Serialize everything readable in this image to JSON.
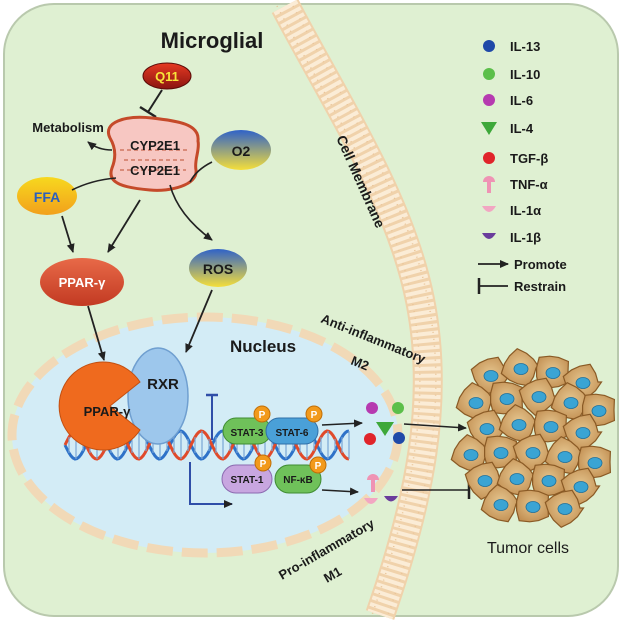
{
  "cell": {
    "title": "Microglial",
    "membrane_label": "Cell Membrane",
    "nucleus_label": "Nucleus"
  },
  "nodes": {
    "q11": "Q11",
    "cyp_top": "CYP2E1",
    "cyp_bottom": "CYP2E1",
    "metabolism": "Metabolism",
    "ffa": "FFA",
    "o2": "O2",
    "ppar_cyto": "PPAR-γ",
    "ros": "ROS",
    "rxr": "RXR",
    "ppar_nuc": "PPAR-γ",
    "stat3": "STAT-3",
    "stat6": "STAT-6",
    "stat1": "STAT-1",
    "nfkb": "NF-κB",
    "phospho": "P"
  },
  "phenotypes": {
    "m2_line1": "Anti-inflammatory",
    "m2_line2": "M2",
    "m1_line1": "Pro-inflammatory",
    "m1_line2": "M1"
  },
  "tumor_label": "Tumor cells",
  "legend": {
    "items": [
      {
        "label": "IL-13",
        "icon": "blue-dot-icon",
        "color": "#1f49a8"
      },
      {
        "label": "IL-10",
        "icon": "green-dot-icon",
        "color": "#5cbf4a"
      },
      {
        "label": "IL-6",
        "icon": "magenta-dot-icon",
        "color": "#b63ab0"
      },
      {
        "label": "IL-4",
        "icon": "green-triangle-icon",
        "color": "#3ea83a"
      },
      {
        "label": "TGF-β",
        "icon": "red-dot-icon",
        "color": "#e0242a"
      },
      {
        "label": "TNF-α",
        "icon": "pink-receptor-icon",
        "color": "#ef93b4"
      },
      {
        "label": "IL-1α",
        "icon": "pink-cup-icon",
        "color": "#f2a6c2"
      },
      {
        "label": "IL-1β",
        "icon": "purple-cup-icon",
        "color": "#6a3c9c"
      }
    ],
    "promote": "Promote",
    "restrain": "Restrain"
  },
  "colors": {
    "cell_fill": "#dff0d2",
    "nucleus_fill": "#d3ecf6",
    "membrane": "#f3d9b6",
    "ppar": "#e05a3e",
    "rxr": "#9dc7ec",
    "stat": "#6fc15a",
    "stat6": "#4aa0d8",
    "stat1": "#c8a6e0",
    "phospho": "#f29a1c"
  }
}
